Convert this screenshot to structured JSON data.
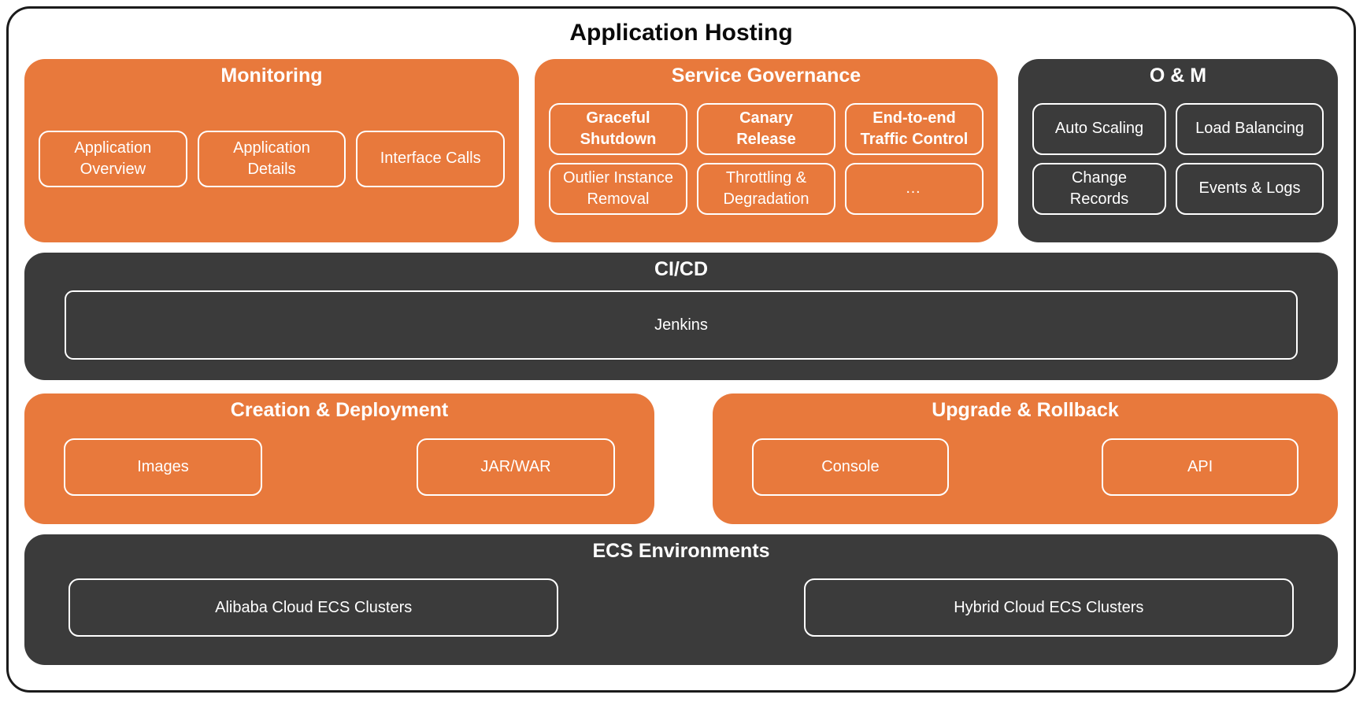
{
  "diagram": {
    "title": "Application Hosting",
    "colors": {
      "orange": "#E8793C",
      "dark": "#3B3B3B",
      "frame_border": "#1B1B1B",
      "title_text": "#0A0A0A",
      "text_on_sections": "#FFFFFF"
    },
    "sections": {
      "monitoring": {
        "title": "Monitoring",
        "items": [
          "Application Overview",
          "Application Details",
          "Interface Calls"
        ]
      },
      "service_governance": {
        "title": "Service Governance",
        "featured_items": [
          "Graceful Shutdown",
          "Canary Release",
          "End-to-end Traffic Control"
        ],
        "items": [
          "Outlier Instance Removal",
          "Throttling & Degradation",
          "…"
        ]
      },
      "o_and_m": {
        "title": "O & M",
        "items": [
          "Auto Scaling",
          "Load Balancing",
          "Change Records",
          "Events & Logs"
        ]
      },
      "ci_cd": {
        "title": "CI/CD",
        "items": [
          "Jenkins"
        ]
      },
      "creation_deployment": {
        "title": "Creation & Deployment",
        "items": [
          "Images",
          "JAR/WAR"
        ]
      },
      "upgrade_rollback": {
        "title": "Upgrade & Rollback",
        "items": [
          "Console",
          "API"
        ]
      },
      "ecs_environments": {
        "title": "ECS Environments",
        "items": [
          "Alibaba Cloud ECS Clusters",
          "Hybrid Cloud ECS Clusters"
        ]
      }
    }
  }
}
